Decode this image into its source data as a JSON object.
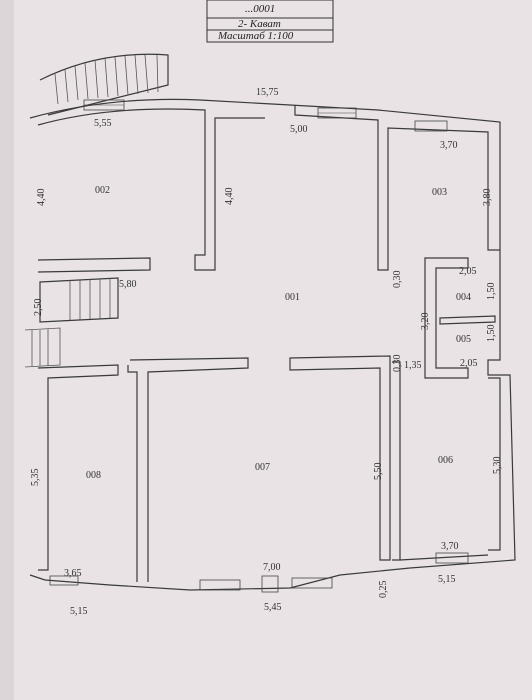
{
  "title_block": {
    "top_fragment": "...0001",
    "floor": "2- Кават",
    "scale": "Масштаб  1:100"
  },
  "rooms": [
    {
      "id": "001"
    },
    {
      "id": "002"
    },
    {
      "id": "003"
    },
    {
      "id": "004"
    },
    {
      "id": "005"
    },
    {
      "id": "006"
    },
    {
      "id": "007"
    },
    {
      "id": "008"
    }
  ],
  "dimensions": [
    "15,75",
    "5,55",
    "5,00",
    "3,70",
    "4,40",
    "3,80",
    "4,40",
    "0,30",
    "2,05",
    "1,50",
    "5,80",
    "2,50",
    "3,20",
    "1,50",
    "0,30",
    "1,35",
    "2,05",
    "5,50",
    "5,30",
    "5,35",
    "3,65",
    "7,00",
    "3,70",
    "5,15",
    "5,45",
    "0,25",
    "5,15"
  ],
  "colors": {
    "paper": "#e9e3e6",
    "line": "#3a3a3a"
  }
}
